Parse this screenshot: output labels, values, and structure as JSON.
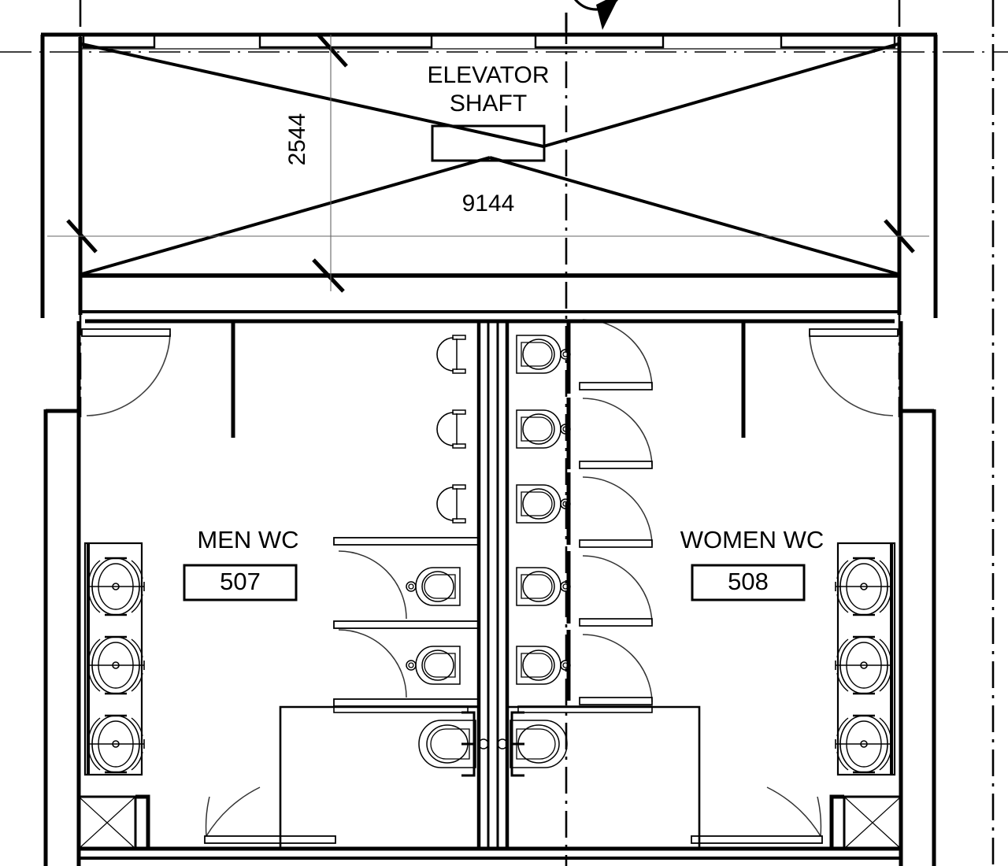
{
  "drawing": {
    "type": "architectural-floor-plan",
    "title_visible": false
  },
  "annotations": {
    "elevator_shaft": "ELEVATOR\nSHAFT",
    "dim_vertical": "2544",
    "dim_horizontal": "9144",
    "men_room_name": "MEN WC",
    "men_room_number": "507",
    "women_room_name": "WOMEN WC",
    "women_room_number": "508"
  },
  "colors": {
    "line": "#000000",
    "thin_line": "#555555",
    "background": "#ffffff"
  },
  "fixtures": {
    "men_lavatories": 3,
    "women_lavatories": 3,
    "men_urinals": 3,
    "men_toilets": 3,
    "women_toilets": 5,
    "accessible_stalls": 2,
    "entry_doors": 2,
    "columns": 2
  }
}
